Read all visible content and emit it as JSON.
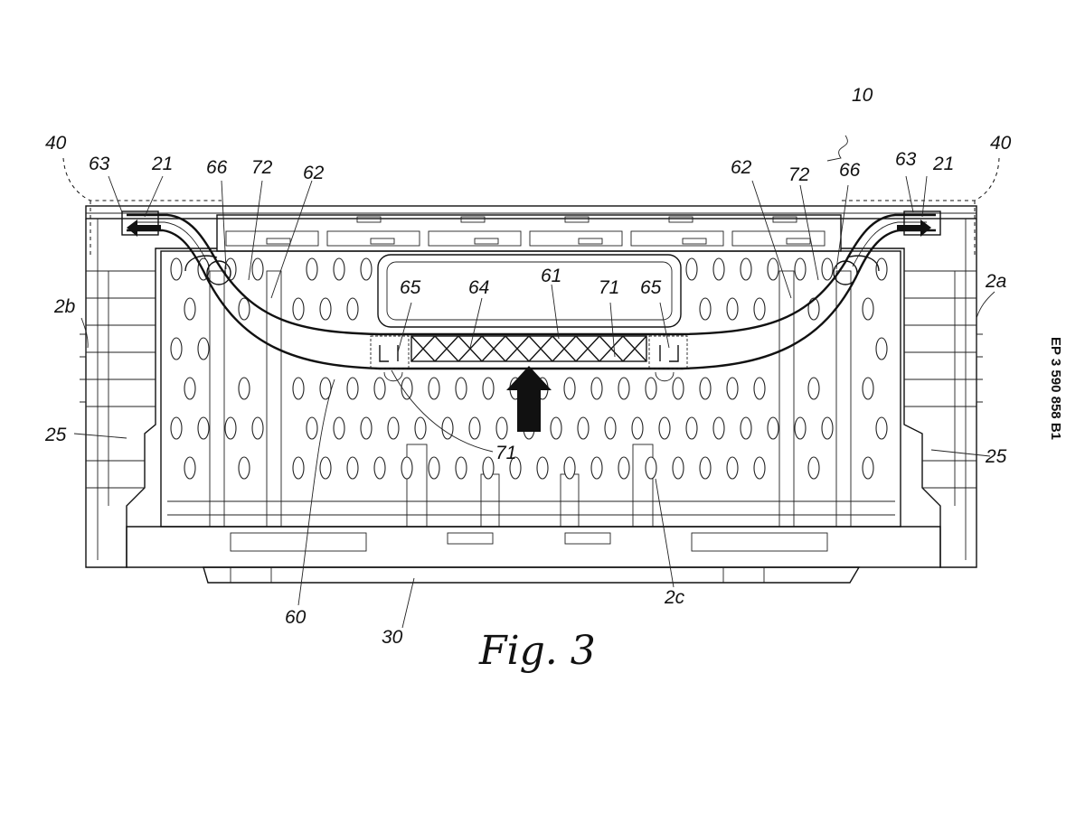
{
  "patent_number": "EP 3 590 858 B1",
  "figure_title": "Fig. 3",
  "reference_labels": {
    "assembly": "10",
    "left_edge": "40",
    "right_edge": "40",
    "left_end": "63",
    "right_end": "63",
    "left_pin": "21",
    "right_pin": "21",
    "left_hook": "66",
    "right_hook": "66",
    "left_slot": "72",
    "right_slot": "72",
    "left_arm": "62",
    "right_arm": "62",
    "left_wall": "2b",
    "right_wall": "2a",
    "left_side": "25",
    "right_side": "25",
    "left_clip": "65",
    "right_clip": "65",
    "center_web": "64",
    "lattice": "61",
    "right_recess": "71",
    "lower_recess": "71",
    "handle_bar": "60",
    "base": "30",
    "front_wall": "2c"
  }
}
